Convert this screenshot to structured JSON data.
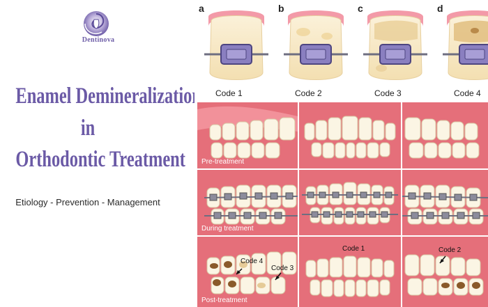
{
  "brand": {
    "name": "Dentinova"
  },
  "title_lines": [
    "Enamel Demineralization",
    "in",
    "Orthodontic Treatment"
  ],
  "subtitle": "Etiology - Prevention - Management",
  "panels": [
    {
      "letter": "a",
      "code": "Code 1"
    },
    {
      "letter": "b",
      "code": "Code 2"
    },
    {
      "letter": "c",
      "code": "Code 3"
    },
    {
      "letter": "d",
      "code": "Code 4"
    }
  ],
  "rows": [
    "Pre-treatment",
    "During treatment",
    "Post-treatment"
  ],
  "annotations": [
    "Code 4",
    "Code 3",
    "Code 1",
    "Code 2"
  ],
  "colors": {
    "accent": "#6b5aa6",
    "gum": "#ee7d85",
    "bracket": "#8a7fc0"
  }
}
